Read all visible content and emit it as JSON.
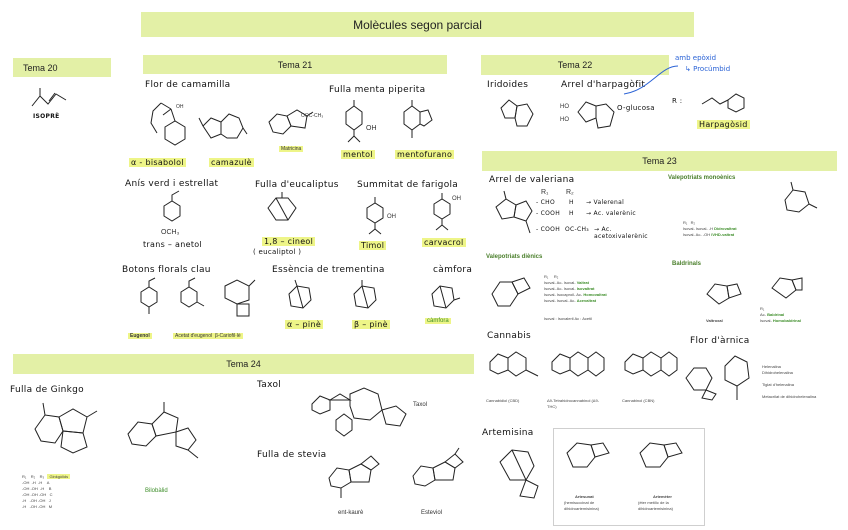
{
  "page": {
    "title": "Molècules segon parcial"
  },
  "sections": {
    "t20": "Tema 20",
    "t21": "Tema 21",
    "t22": "Tema 22",
    "t23": "Tema 23",
    "t24": "Tema 24"
  },
  "tema20": {
    "isopre": "ISOPRÈ"
  },
  "tema21": {
    "flor_camamilla": "Flor de camamilla",
    "bisabolol": "α - bisabolol",
    "camazule": "camazulè",
    "matricina": "Matricina",
    "oocr": "OOC-CH₃",
    "fulla_menta": "Fulla menta piperita",
    "mentol": "mentol",
    "mentofurano": "mentofurano",
    "oh": "OH",
    "anis": "Anís verd i estrellat",
    "anetol": "trans – anetol",
    "och3": "OCH₃",
    "fulla_eucaliptus": "Fulla d'eucaliptus",
    "cineol": "1,8 – cineol",
    "eucaliptol": "( eucaliptol )",
    "summitat": "Summitat de farigola",
    "timol": "Timol",
    "carvacrol": "carvacrol",
    "botons": "Botons florals clau",
    "eugenol": "Eugenol",
    "acetil_eugenol": "Acetat d'eugenol",
    "cariofil": "β-Cariofil·lè",
    "essencia": "Essència de trementina",
    "alfa_pine": "α – pinè",
    "beta_pine": "β – pinè",
    "camfora": "càmfora",
    "camfora_hl": "càmfora"
  },
  "tema22": {
    "iridoides": "Iridoides",
    "arrel": "Arrel d'harpagòfit",
    "glucosa": "O-glucosa",
    "ho": "HO",
    "r_label": "R :",
    "harpagosid": "Harpagòsid",
    "epoxid": "amb epòxid",
    "procumbid": "↳ Procúmbid"
  },
  "tema23": {
    "valeriana": "Arrel de valeriana",
    "r1": "R₁",
    "r2": "R₂",
    "valeriana_rows": [
      {
        "r1": "- CHO",
        "r2": "H",
        "result": "→ Valerenal"
      },
      {
        "r1": "- COOH",
        "r2": "H",
        "result": "→ Ac. valerènic"
      },
      {
        "r1": "- COOH",
        "r2": "OC-CH₃",
        "result": "→ Ac. acetoxivalerènic"
      }
    ],
    "valepotriats_monoenics": "Valepotriats monoènics",
    "valepotriats_dienics": "Valepotriats diènics",
    "baldrinals": "Baldrinals",
    "valtrat": "Valtrat",
    "isovaltrat": "Isovaltrat",
    "homovaltrat": "Homovaltrat",
    "acevaltrat": "Acevaltrat",
    "didrovaltrat": "Didrovaltrat",
    "ivhd": "IVHD-valtrat",
    "baldrinal": "Baldrinal",
    "homobaldrinal": "Homobaldrinal",
    "valtroxal": "Valtroxal",
    "isoval_note": "Isoval : Isovaleril   Ac : Acetil",
    "cannabis": "Cannabis",
    "cbd": "Cannabidiol (CBD)",
    "thc": "Δ9-Tetrahidrocannabinol (Δ9-THC)",
    "cbn": "Cannabinol (CBN)",
    "flor_arnica": "Flor d'àrnica",
    "helenalina": "Helenalina",
    "dihidrohelenalina": "Dihidrohelenalina",
    "tiglat": "Tiglat d'helenalina",
    "metacrilat": "Metacrilat de dihidrohelenalina",
    "artemisina": "Artemisina",
    "artesunat": "Artesunat",
    "artesunat_sub": "(hemisuccinat de dihidroartemisinina)",
    "artemeter": "Artemèter",
    "artemeter_sub": "(èter metílic de la dihidroartemisinina)"
  },
  "tema24": {
    "ginkgo": "Fulla de Ginkgo",
    "ginkgolids": "Ginkgòlids",
    "bilobalid": "Bilobàlid",
    "taxol_h": "Taxol",
    "taxol": "Taxol",
    "stevia": "Fulla de stevia",
    "ent_kaure": "ent-kaurè",
    "esteviol": "Esteviol",
    "table_head": [
      "R₁",
      "R₂",
      "R₃",
      "Ginkgòlids"
    ],
    "table_rows": [
      [
        "-OH",
        "-H",
        "-H",
        "A"
      ],
      [
        "-OH",
        "-OH",
        "-H",
        "B"
      ],
      [
        "-OH",
        "-OH",
        "-OH",
        "C"
      ],
      [
        "-H",
        "-OH",
        "-OH",
        "J"
      ],
      [
        "-H",
        "-OH",
        "-OH",
        "M"
      ]
    ]
  },
  "colors": {
    "highlight": "#e3f0a6",
    "marker": "#eef588",
    "blue_note": "#2b63d6",
    "green_label": "#3e8e2a"
  }
}
